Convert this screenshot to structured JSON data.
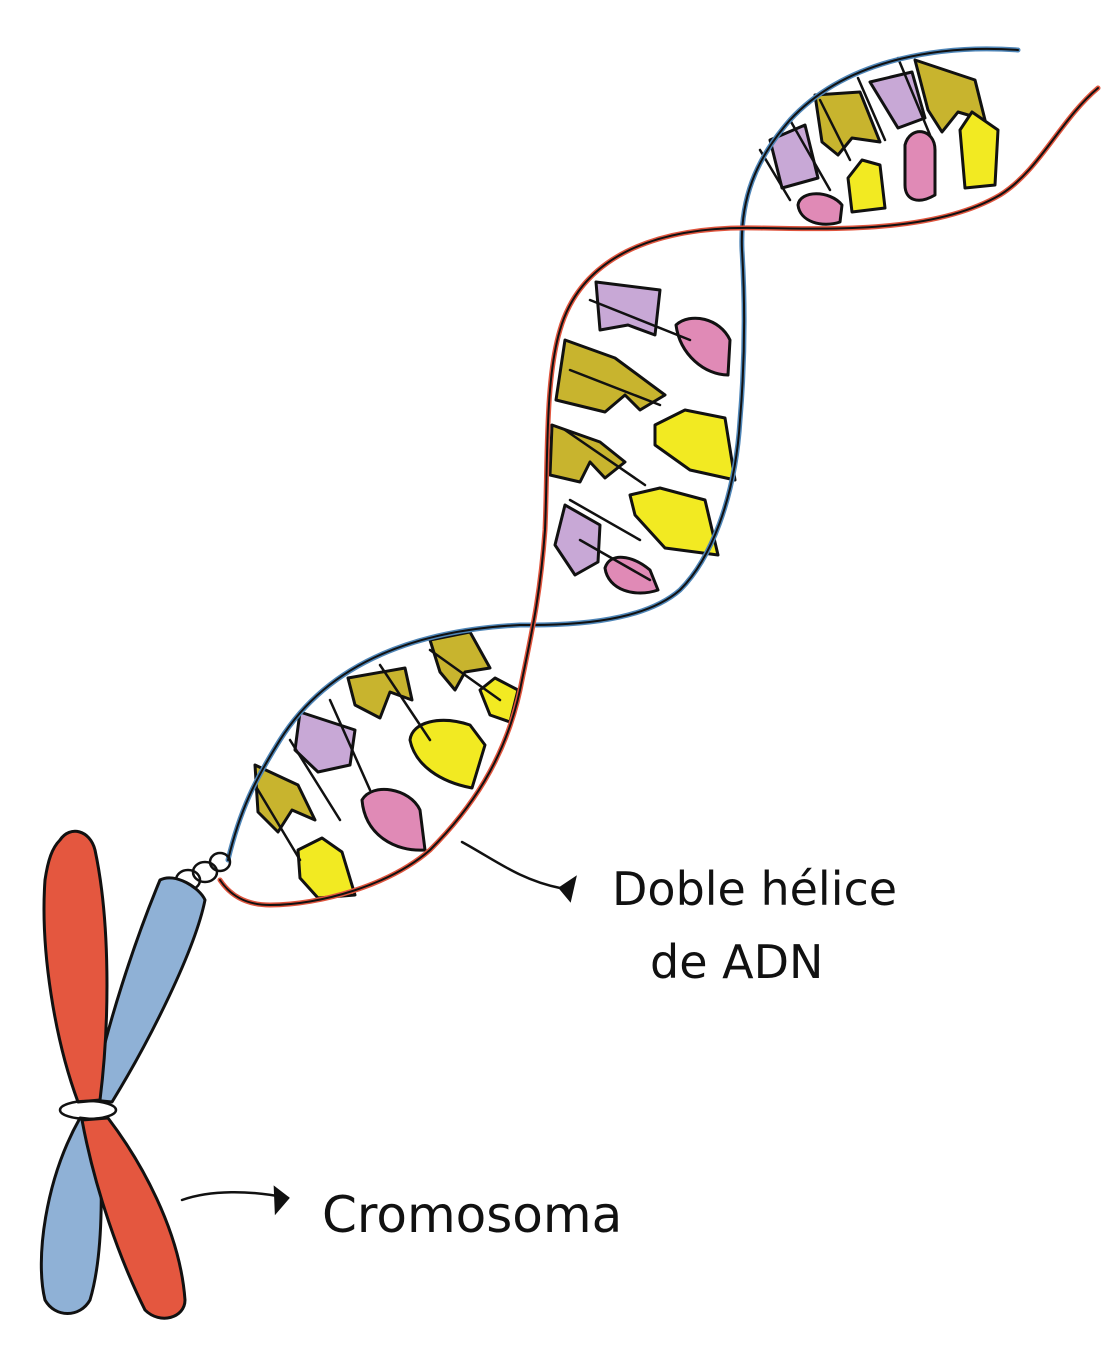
{
  "labels": {
    "helix_line1": "Doble hélice",
    "helix_line2": "de ADN",
    "chromosome": "Cromosoma"
  },
  "colors": {
    "strand_red": "#e0553e",
    "strand_blue": "#4f86b8",
    "chromatid_red": "#e4573f",
    "chromatid_blue": "#8fb1d6",
    "base_yellow": "#f2ea22",
    "base_olive": "#c8b42e",
    "base_pink": "#e08ab6",
    "base_lilac": "#c8a8d6",
    "outline": "#111111"
  },
  "icons": {
    "helix": "dna-double-helix-drawing",
    "chromosome": "chromosome-drawing",
    "arrow": "pointer-arrow"
  }
}
